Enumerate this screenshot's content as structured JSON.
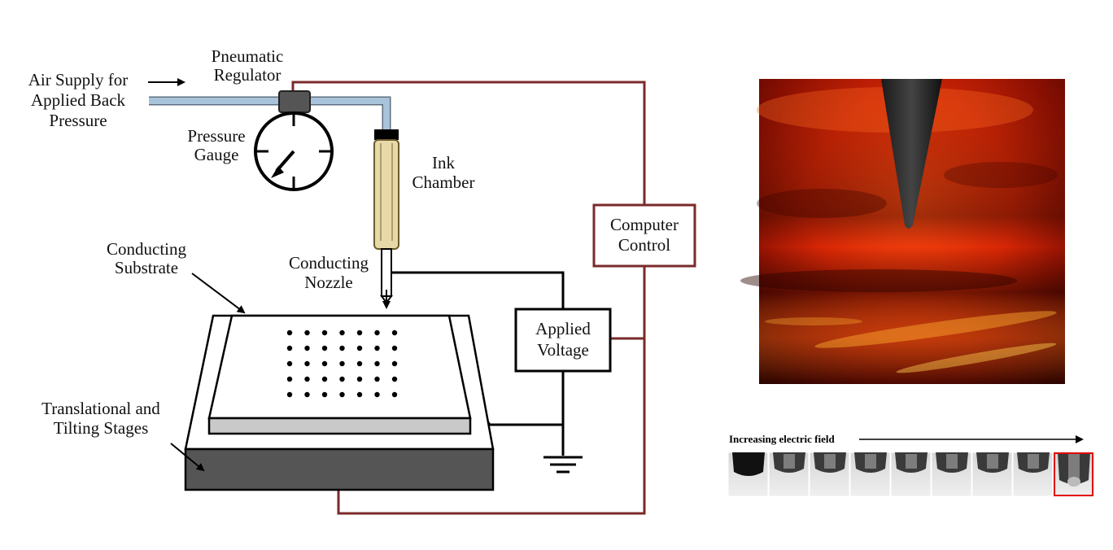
{
  "labels": {
    "air_supply": [
      "Air Supply for",
      "Applied Back",
      "Pressure"
    ],
    "pneumatic_regulator": [
      "Pneumatic",
      "Regulator"
    ],
    "pressure_gauge": [
      "Pressure",
      "Gauge"
    ],
    "ink_chamber": [
      "Ink",
      "Chamber"
    ],
    "computer_control": [
      "Computer",
      "Control"
    ],
    "conducting_substrate": [
      "Conducting",
      "Substrate"
    ],
    "conducting_nozzle": [
      "Conducting",
      "Nozzle"
    ],
    "applied_voltage": [
      "Applied",
      "Voltage"
    ],
    "stages": [
      "Translational and",
      "Tilting Stages"
    ]
  },
  "photo_strip": {
    "caption": "Increasing electric field",
    "frame_count": 9,
    "highlighted_frame": 9
  },
  "colors": {
    "wire": "#7a2a2a",
    "air_tube": "#a9c3da",
    "ink": "#e8d9a8",
    "stage_top": "#555555",
    "substrate_edge": "#c9c9c9",
    "highlight": "#e00000"
  },
  "dot_grid": {
    "rows": 5,
    "cols": 7
  }
}
